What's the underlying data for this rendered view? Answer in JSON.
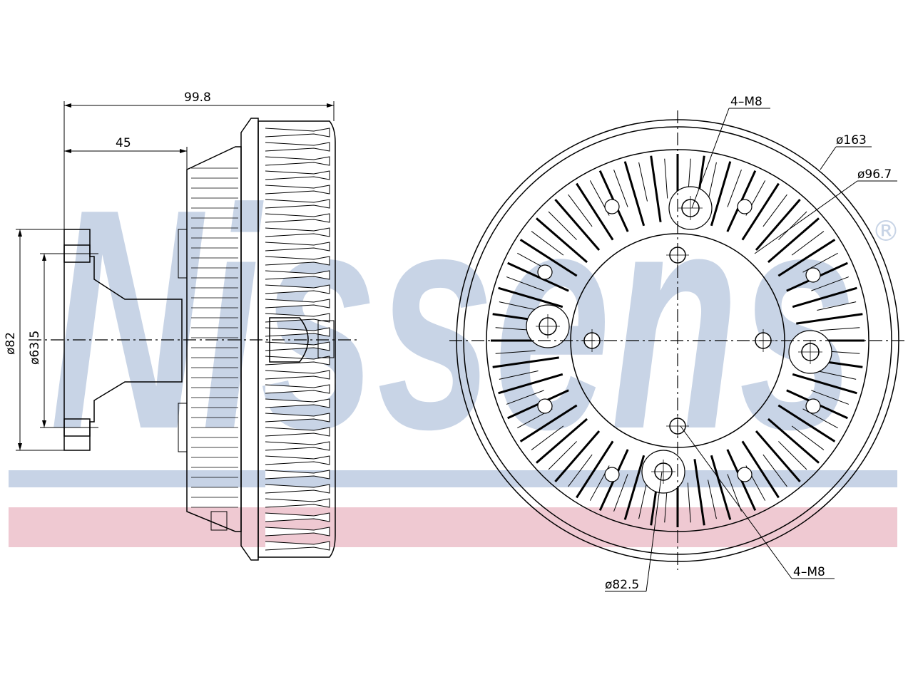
{
  "watermark": {
    "brand_text": "Nissens",
    "registered_mark": "®",
    "stripe_blue": "#c7d3e6",
    "stripe_red": "#efc9d2",
    "lettering_color": "#c8d4e6"
  },
  "side_view": {
    "overall_length": "99.8",
    "hub_length": "45",
    "flange_diameter": "ø82",
    "bolt_circle_diameter": "ø63.5"
  },
  "front_view": {
    "outer_diameter": "ø163",
    "inner_diameter": "ø96.7",
    "bolt_circle_diameter": "ø82.5",
    "thread_top": "4–M8",
    "thread_bottom": "4–M8"
  }
}
